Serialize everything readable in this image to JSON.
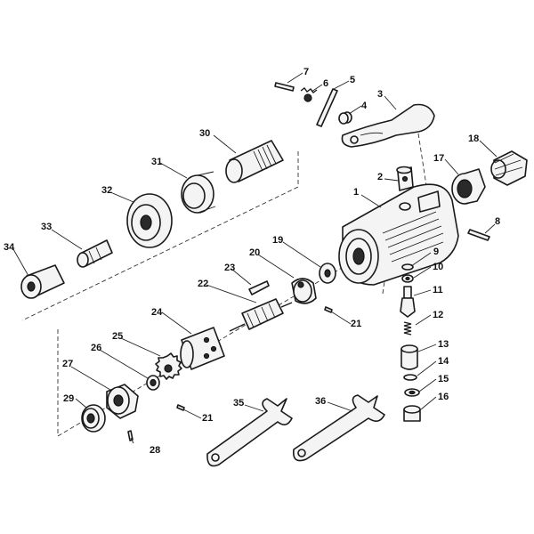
{
  "callouts": [
    {
      "id": "1",
      "label": "1"
    },
    {
      "id": "2",
      "label": "2"
    },
    {
      "id": "3",
      "label": "3"
    },
    {
      "id": "4",
      "label": "4"
    },
    {
      "id": "5",
      "label": "5"
    },
    {
      "id": "6",
      "label": "6"
    },
    {
      "id": "7",
      "label": "7"
    },
    {
      "id": "8",
      "label": "8"
    },
    {
      "id": "9",
      "label": "9"
    },
    {
      "id": "10",
      "label": "10"
    },
    {
      "id": "11",
      "label": "11"
    },
    {
      "id": "12",
      "label": "12"
    },
    {
      "id": "13",
      "label": "13"
    },
    {
      "id": "14",
      "label": "14"
    },
    {
      "id": "15",
      "label": "15"
    },
    {
      "id": "16",
      "label": "16"
    },
    {
      "id": "17",
      "label": "17"
    },
    {
      "id": "18",
      "label": "18"
    },
    {
      "id": "19",
      "label": "19"
    },
    {
      "id": "20",
      "label": "20"
    },
    {
      "id": "21a",
      "label": "21"
    },
    {
      "id": "21b",
      "label": "21"
    },
    {
      "id": "22",
      "label": "22"
    },
    {
      "id": "23",
      "label": "23"
    },
    {
      "id": "24",
      "label": "24"
    },
    {
      "id": "25",
      "label": "25"
    },
    {
      "id": "26",
      "label": "26"
    },
    {
      "id": "27",
      "label": "27"
    },
    {
      "id": "28",
      "label": "28"
    },
    {
      "id": "29",
      "label": "29"
    },
    {
      "id": "30",
      "label": "30"
    },
    {
      "id": "31",
      "label": "31"
    },
    {
      "id": "32",
      "label": "32"
    },
    {
      "id": "33",
      "label": "33"
    },
    {
      "id": "34",
      "label": "34"
    },
    {
      "id": "35",
      "label": "35"
    },
    {
      "id": "36",
      "label": "36"
    }
  ]
}
